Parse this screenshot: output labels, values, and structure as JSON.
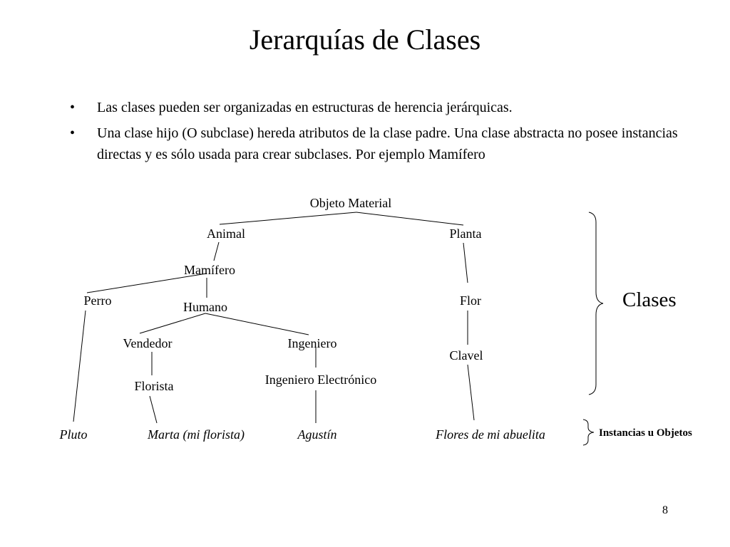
{
  "slide": {
    "title": "Jerarquías de Clases",
    "bullets": [
      "Las clases pueden ser organizadas  en estructuras de herencia jerárquicas.",
      "Una clase hijo (O subclase) hereda atributos de la clase padre. Una clase abstracta no posee instancias directas y es sólo usada para crear subclases. Por ejemplo Mamífero"
    ],
    "bullet_glyph": "•",
    "page_number": "8"
  },
  "diagram": {
    "classes": {
      "objeto_material": "Objeto Material",
      "animal": "Animal",
      "planta": "Planta",
      "mamifero": "Mamífero",
      "perro": "Perro",
      "humano": "Humano",
      "flor": "Flor",
      "vendedor": "Vendedor",
      "ingeniero": "Ingeniero",
      "clavel": "Clavel",
      "florista": "Florista",
      "ingeniero_electronico": "Ingeniero Electrónico"
    },
    "instances": {
      "pluto": "Pluto",
      "marta": "Marta (mi florista)",
      "agustin": "Agustín",
      "flores": "Flores de mi abuelita"
    },
    "edges": [
      [
        "objeto_material",
        "animal"
      ],
      [
        "objeto_material",
        "planta"
      ],
      [
        "animal",
        "mamifero"
      ],
      [
        "mamifero",
        "perro"
      ],
      [
        "mamifero",
        "humano"
      ],
      [
        "humano",
        "vendedor"
      ],
      [
        "humano",
        "ingeniero"
      ],
      [
        "vendedor",
        "florista"
      ],
      [
        "ingeniero",
        "ingeniero_electronico"
      ],
      [
        "planta",
        "flor"
      ],
      [
        "flor",
        "clavel"
      ],
      [
        "perro",
        "pluto"
      ],
      [
        "florista",
        "marta"
      ],
      [
        "ingeniero_electronico",
        "agustin"
      ],
      [
        "clavel",
        "flores"
      ]
    ],
    "groups": {
      "classes_label": "Clases",
      "instances_label": "Instancias u Objetos"
    }
  }
}
